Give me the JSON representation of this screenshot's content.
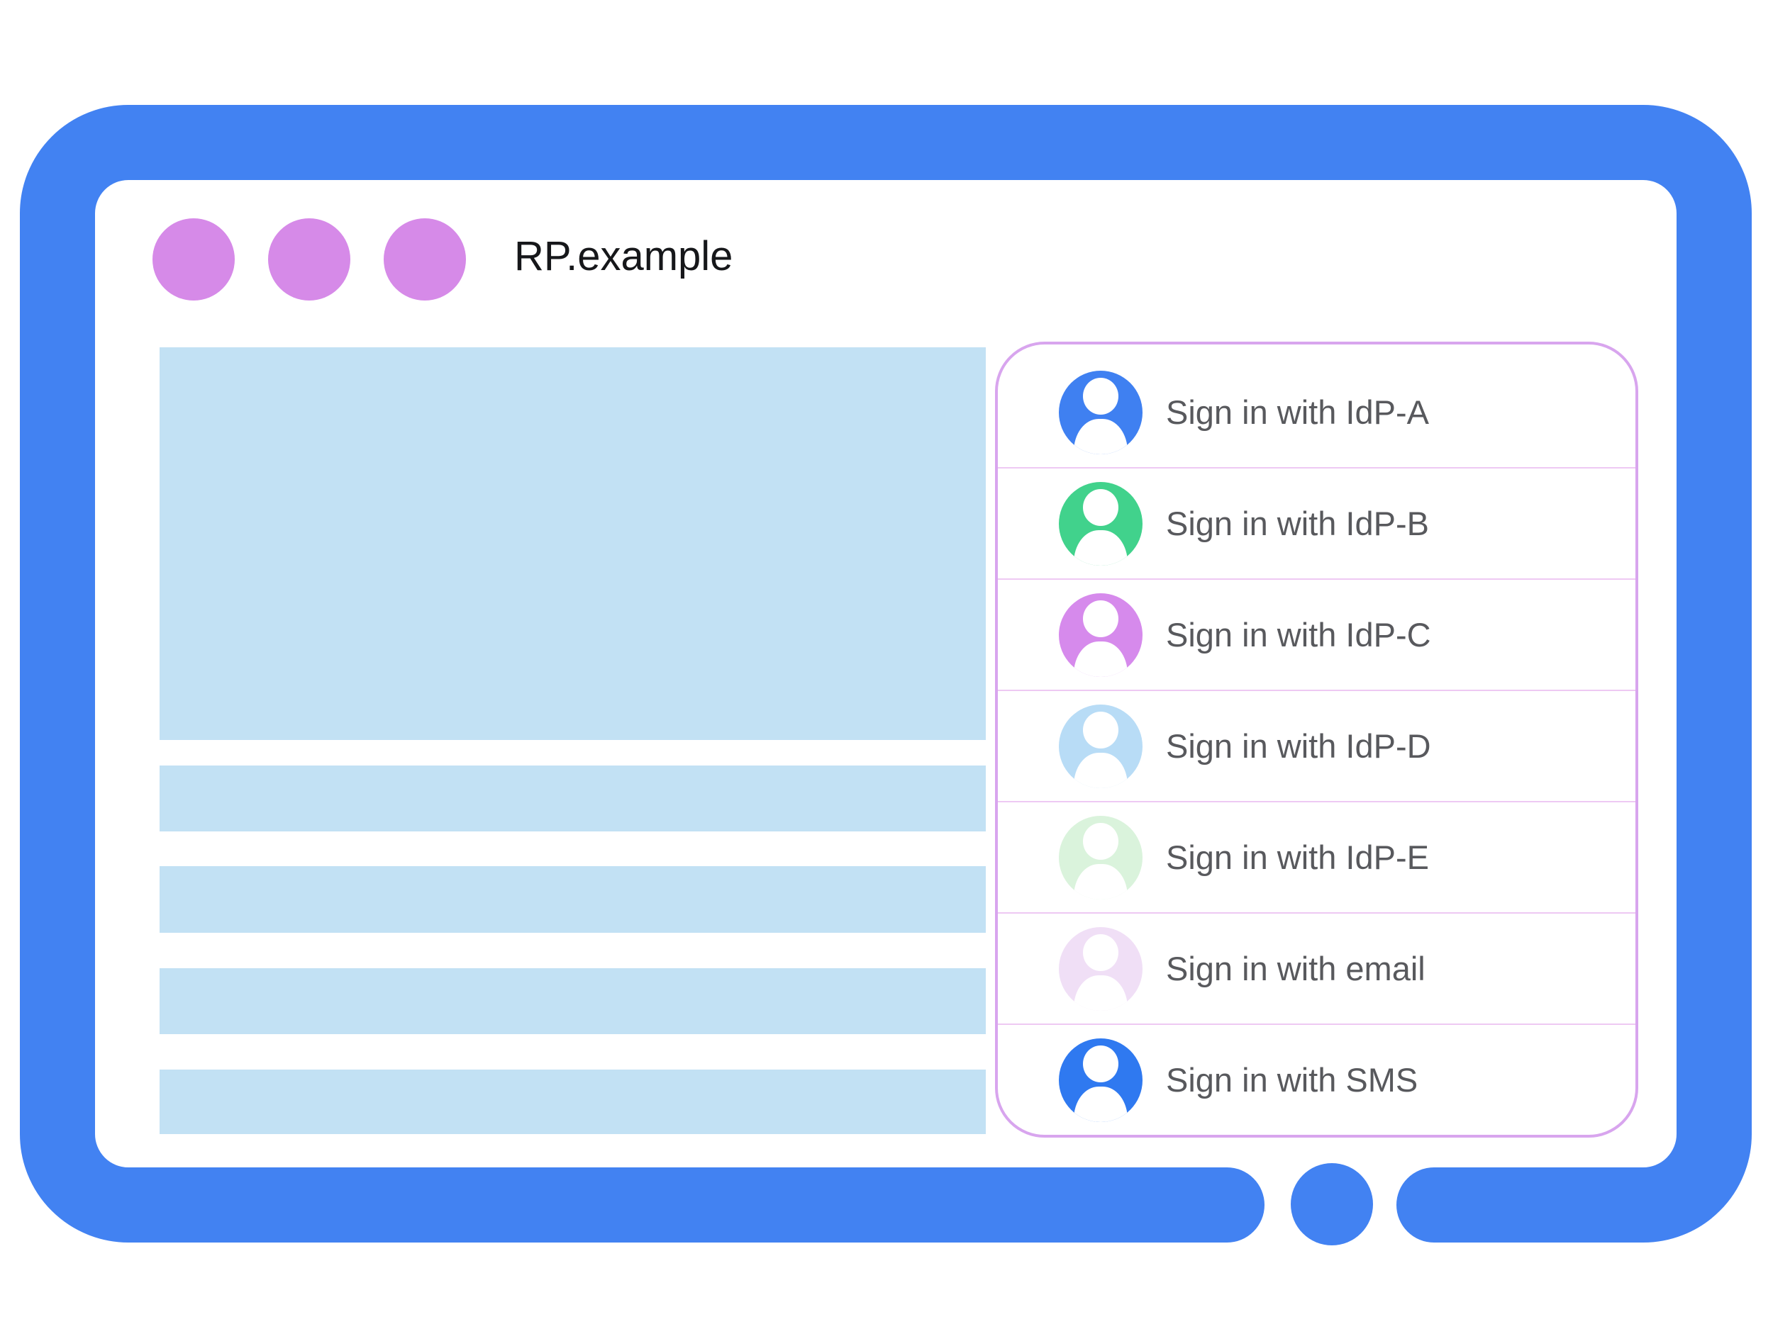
{
  "window": {
    "title": "RP.example",
    "control_dots_count": 3
  },
  "signin": {
    "options": [
      {
        "label": "Sign in with IdP-A",
        "color": "#3f80f1"
      },
      {
        "label": "Sign in with IdP-B",
        "color": "#41d28c"
      },
      {
        "label": "Sign in with IdP-C",
        "color": "#d68aec"
      },
      {
        "label": "Sign in with IdP-D",
        "color": "#b8dcf6"
      },
      {
        "label": "Sign in with IdP-E",
        "color": "#daf3dc"
      },
      {
        "label": "Sign in with email",
        "color": "#f0dff6"
      },
      {
        "label": "Sign in with SMS",
        "color": "#2f79f0"
      }
    ]
  },
  "colors": {
    "frame_blue": "#4282f2",
    "content_block_blue": "#c2e1f4",
    "panel_border_purple": "#d8a5ee",
    "divider_pink": "#eec9f3",
    "titlebar_dot_purple": "#d68ae8",
    "label_gray": "#58595d",
    "title_black": "#16171a"
  }
}
